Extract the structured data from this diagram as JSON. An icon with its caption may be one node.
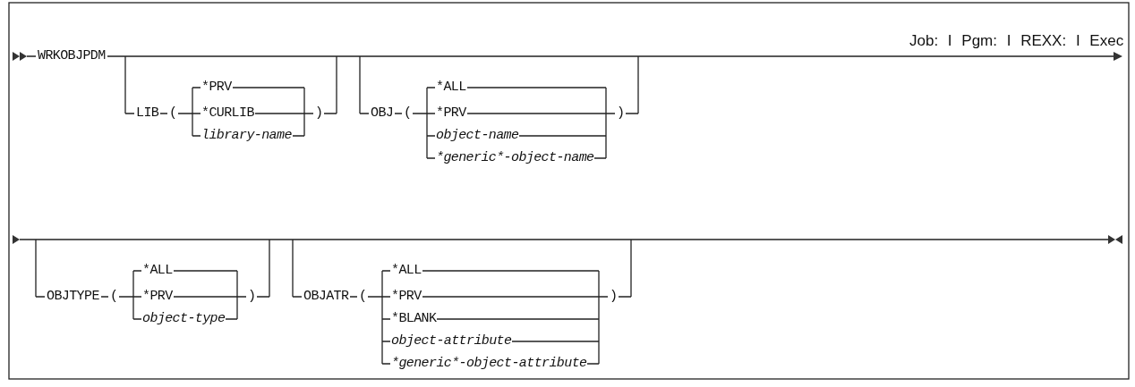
{
  "diagram": {
    "labels": [
      "Job: I Pgm: I REXX: I Exec",
      "WRKOBJPDM",
      "LIB",
      "(",
      "*PRV",
      "*CURLIB",
      "library-name",
      ")",
      "OBJ",
      "(",
      "*ALL",
      "*PRV",
      "object-name",
      "*generic*-object-name",
      ")",
      "OBJTYPE",
      "(",
      "*ALL",
      "*PRV",
      "object-type",
      ")",
      "OBJATR",
      "(",
      "*ALL",
      "*PRV",
      "*BLANK",
      "object-attribute",
      "*generic*-object-attribute",
      ")"
    ]
  }
}
